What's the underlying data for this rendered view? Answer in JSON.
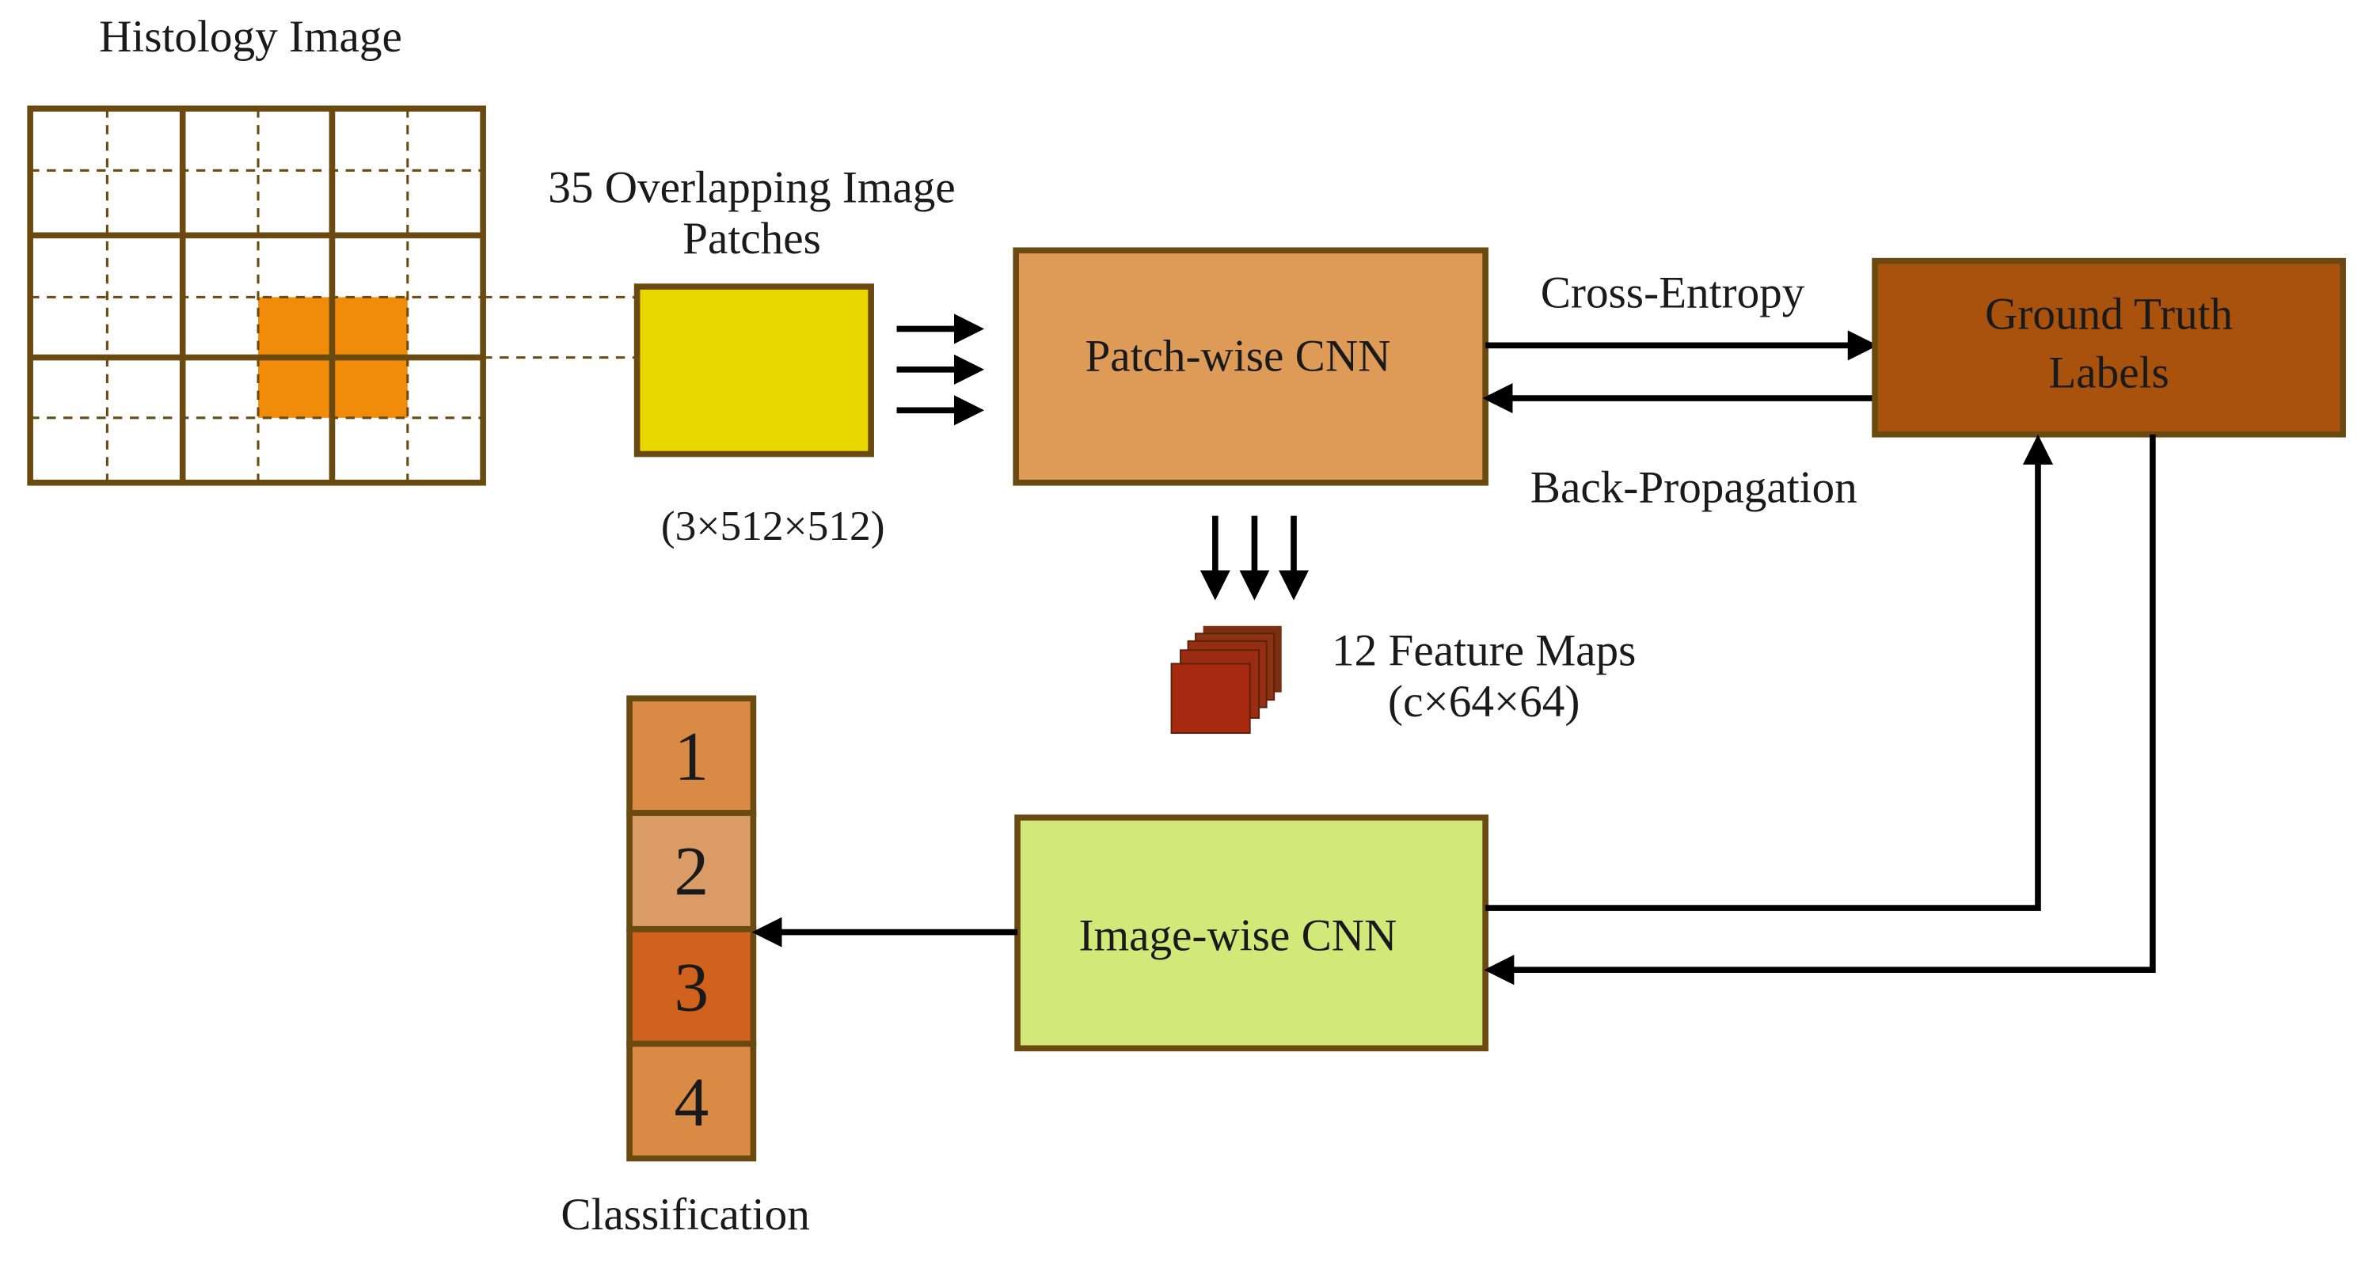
{
  "colors": {
    "outline": "#6b4a12",
    "patch_highlight": "#f08c0a",
    "patch_yellow": "#e8d800",
    "patch_cnn": "#de9b58",
    "ground_truth": "#a8520e",
    "image_cnn": "#d2e879",
    "class_1": "#d98a45",
    "class_2": "#da9b67",
    "class_3": "#d1621d",
    "class_4": "#d98a45",
    "feature_front": "#a72a10",
    "feature_back": "#7a3010",
    "arrow": "#000000"
  },
  "labels": {
    "histology_title": "Histology Image",
    "patches_line1": "35 Overlapping Image",
    "patches_line2": "Patches",
    "patch_dims": "(3×512×512)",
    "patch_cnn": "Patch-wise CNN",
    "cross_entropy": "Cross-Entropy",
    "back_propagation": "Back-Propagation",
    "ground_truth_line1": "Ground Truth",
    "ground_truth_line2": "Labels",
    "feature_maps_line1": "12 Feature Maps",
    "feature_maps_line2": "(c×64×64)",
    "image_cnn": "Image-wise CNN",
    "classification": "Classification"
  },
  "classes": [
    "1",
    "2",
    "3",
    "4"
  ]
}
